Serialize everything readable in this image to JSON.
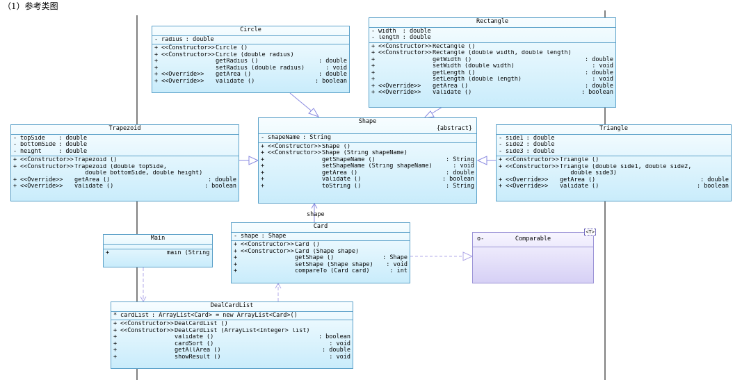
{
  "caption": "（1）参考类图",
  "edge_label_shape": "shape",
  "classes": {
    "circle": {
      "name": "Circle",
      "fields": [
        [
          "-",
          "radius",
          ": double"
        ]
      ],
      "methods": [
        [
          "+",
          "<<Constructor>>",
          "Circle ()",
          ""
        ],
        [
          "+",
          "<<Constructor>>",
          "Circle (double radius)",
          ""
        ],
        [
          "+",
          "",
          "getRadius ()",
          ": double"
        ],
        [
          "+",
          "",
          "setRadius (double radius)",
          ": void"
        ],
        [
          "+",
          "<<Override>>",
          "getArea ()",
          ": double"
        ],
        [
          "+",
          "<<Override>>",
          "validate ()",
          ": boolean"
        ]
      ]
    },
    "rectangle": {
      "name": "Rectangle",
      "fields": [
        [
          "-",
          "width",
          " : double"
        ],
        [
          "-",
          "length",
          ": double"
        ]
      ],
      "methods": [
        [
          "+",
          "<<Constructor>>",
          "Rectangle ()",
          ""
        ],
        [
          "+",
          "<<Constructor>>",
          "Rectangle (double width, double length)",
          ""
        ],
        [
          "+",
          "",
          "getWidth ()",
          ": double"
        ],
        [
          "+",
          "",
          "setWidth (double width)",
          ": void"
        ],
        [
          "+",
          "",
          "getLength ()",
          ": double"
        ],
        [
          "+",
          "",
          "setLength (double length)",
          ": void"
        ],
        [
          "+",
          "<<Override>>",
          "getArea ()",
          ": double"
        ],
        [
          "+",
          "<<Override>>",
          "validate ()",
          ": boolean"
        ]
      ]
    },
    "shape": {
      "name": "Shape",
      "stereotype": "{abstract}",
      "fields": [
        [
          "-",
          "shapeName",
          ": String"
        ]
      ],
      "methods": [
        [
          "+",
          "<<Constructor>>",
          "Shape ()",
          ""
        ],
        [
          "+",
          "<<Constructor>>",
          "Shape (String shapeName)",
          ""
        ],
        [
          "+",
          "",
          "getShapeName ()",
          ": String"
        ],
        [
          "+",
          "",
          "setShapeName (String shapeName)",
          ": void"
        ],
        [
          "+",
          "",
          "getArea ()",
          ": double"
        ],
        [
          "+",
          "",
          "validate ()",
          ": boolean"
        ],
        [
          "+",
          "",
          "toString ()",
          ": String"
        ]
      ]
    },
    "trapezoid": {
      "name": "Trapezoid",
      "fields": [
        [
          "-",
          "topSide",
          "   : double"
        ],
        [
          "-",
          "bottomSide",
          ": double"
        ],
        [
          "-",
          "height",
          "    : double"
        ]
      ],
      "methods": [
        [
          "+",
          "<<Constructor>>",
          "Trapezoid ()",
          ""
        ],
        [
          "+",
          "<<Constructor>>",
          "Trapezoid (double topSide,",
          ""
        ],
        [
          " ",
          "",
          "   double bottomSide, double height)",
          ""
        ],
        [
          "+",
          "<<Override>>",
          "getArea ()",
          ": double"
        ],
        [
          "+",
          "<<Override>>",
          "validate ()",
          ": boolean"
        ]
      ]
    },
    "triangle": {
      "name": "Triangle",
      "fields": [
        [
          "-",
          "side1",
          ": double"
        ],
        [
          "-",
          "side2",
          ": double"
        ],
        [
          "-",
          "side3",
          ": double"
        ]
      ],
      "methods": [
        [
          "+",
          "<<Constructor>>",
          "Triangle ()",
          ""
        ],
        [
          "+",
          "<<Constructor>>",
          "Triangle (double side1, double side2,",
          ""
        ],
        [
          " ",
          "",
          "   double side3)",
          ""
        ],
        [
          "+",
          "<<Override>>",
          "getArea ()",
          ": double"
        ],
        [
          "+",
          "<<Override>>",
          "validate ()",
          ": boolean"
        ]
      ]
    },
    "main": {
      "name": "Main",
      "fields": [],
      "methods": [
        [
          "+",
          "",
          "main (String args[]) : void",
          ""
        ]
      ]
    },
    "card": {
      "name": "Card",
      "fields": [
        [
          "-",
          "shape",
          ": Shape"
        ]
      ],
      "methods": [
        [
          "+",
          "<<Constructor>>",
          "Card ()",
          ""
        ],
        [
          "+",
          "<<Constructor>>",
          "Card (Shape shape)",
          ""
        ],
        [
          "+",
          "",
          "getShape ()",
          ": Shape"
        ],
        [
          "+",
          "",
          "setShape (Shape shape)",
          ": void"
        ],
        [
          "+",
          "",
          "compareTo (Card card)",
          ": int"
        ]
      ]
    },
    "dealcardlist": {
      "name": "DealCardList",
      "fields": [
        [
          "*",
          "cardList",
          ": ArrayList<Card> = new ArrayList<Card>()"
        ]
      ],
      "methods": [
        [
          "+",
          "<<Constructor>>",
          "DealCardList ()",
          ""
        ],
        [
          "+",
          "<<Constructor>>",
          "DealCardList (ArrayList<Integer> list)",
          ""
        ],
        [
          "+",
          "",
          "validate ()",
          ": boolean"
        ],
        [
          "+",
          "",
          "cardSort ()",
          ": void"
        ],
        [
          "+",
          "",
          "getAllArea ()",
          ": double"
        ],
        [
          "+",
          "",
          "showResult ()",
          ": void"
        ]
      ]
    }
  },
  "interface": {
    "name": "Comparable",
    "marker": "o-",
    "type_param": "<T>"
  },
  "colors": {
    "class_border": "#5aa0c8",
    "class_fill": "#c9ecfb",
    "interface_border": "#9a92d6",
    "interface_fill": "#d6d0f5",
    "generalization_line": "#8a8ae0",
    "dependency_line": "#b0a8e8"
  }
}
